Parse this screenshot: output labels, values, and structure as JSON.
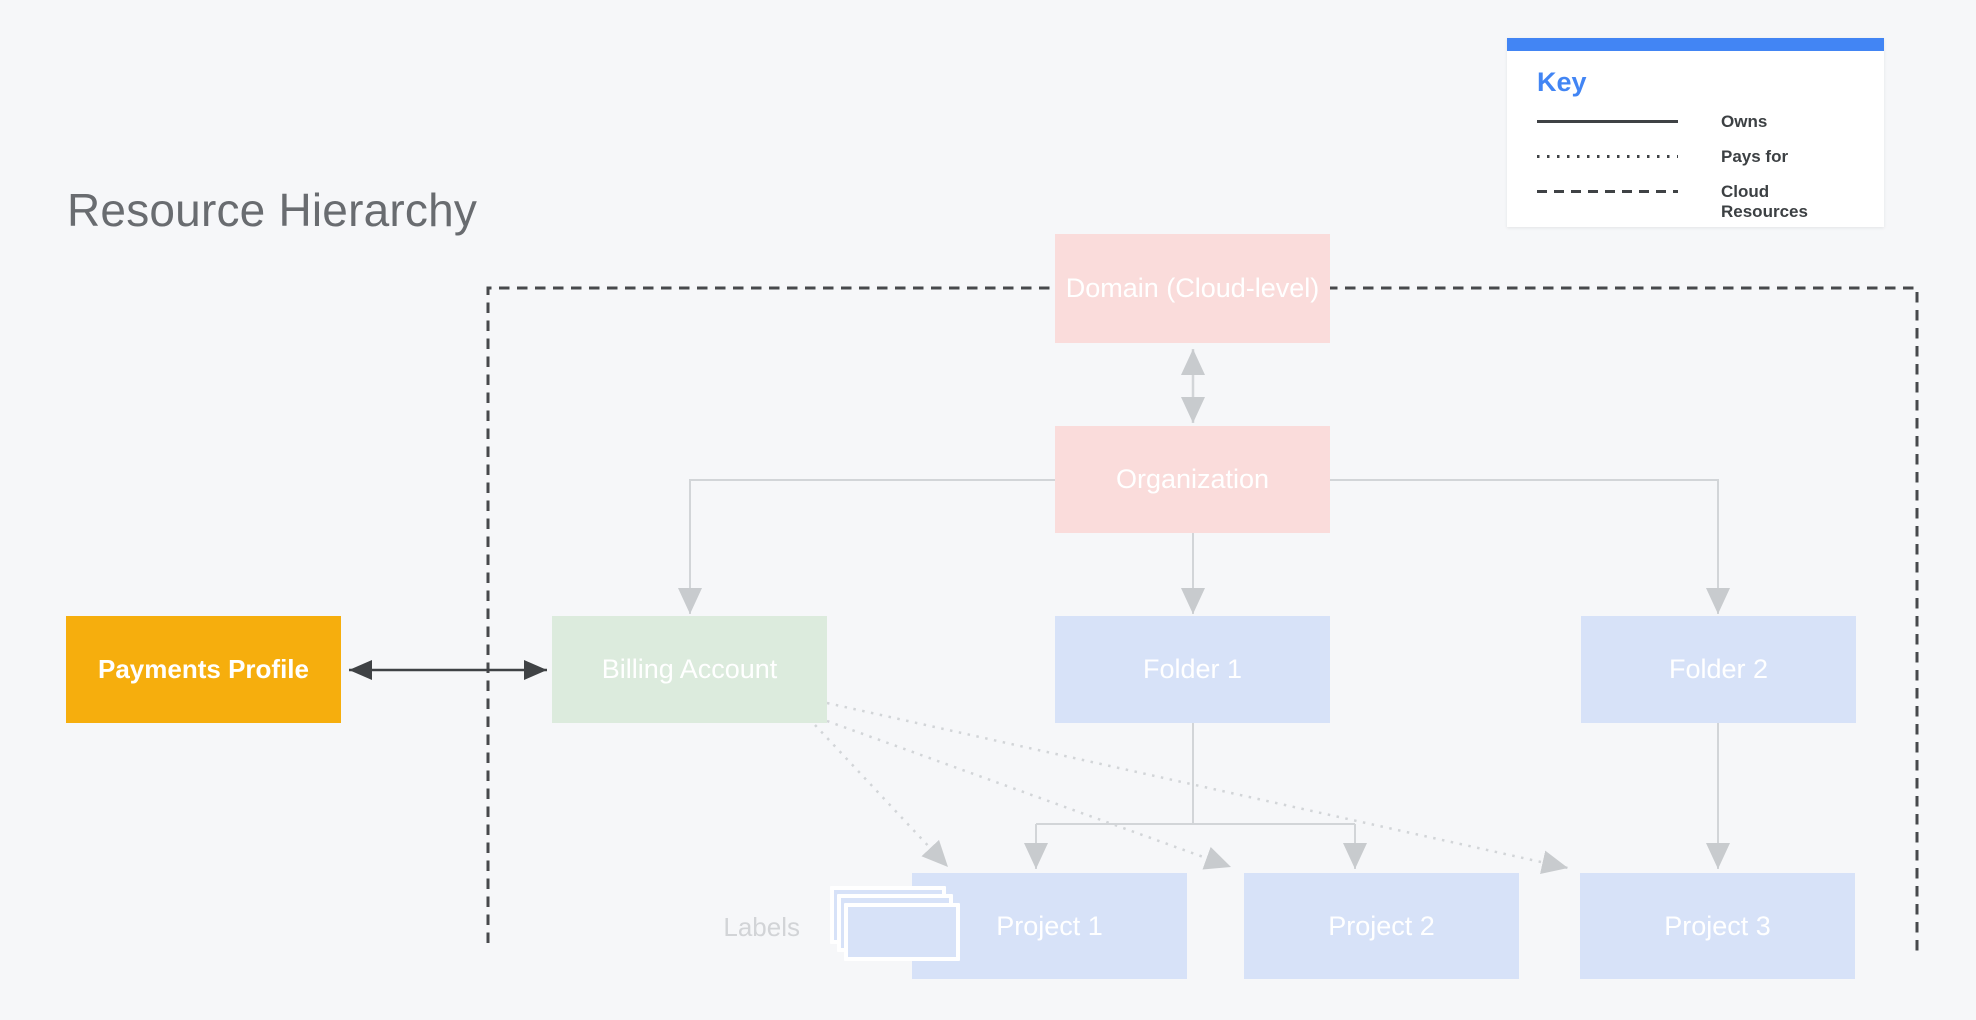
{
  "title": "Resource Hierarchy",
  "legend": {
    "heading": "Key",
    "items": [
      {
        "style": "solid",
        "label": "Owns"
      },
      {
        "style": "dotted",
        "label": "Pays for"
      },
      {
        "style": "dashed",
        "label": "Cloud Resources"
      }
    ]
  },
  "nodes": {
    "domain": {
      "label": "Domain (Cloud-level)"
    },
    "organization": {
      "label": "Organization"
    },
    "payments_profile": {
      "label": "Payments Profile"
    },
    "billing_account": {
      "label": "Billing Account"
    },
    "folder_1": {
      "label": "Folder 1"
    },
    "folder_2": {
      "label": "Folder 2"
    },
    "project_1": {
      "label": "Project 1"
    },
    "project_2": {
      "label": "Project 2"
    },
    "project_3": {
      "label": "Project 3"
    }
  },
  "annotations": {
    "labels_caption": "Labels"
  },
  "edges": [
    {
      "from": "payments_profile",
      "to": "billing_account",
      "type": "owns",
      "bidirectional": true
    },
    {
      "from": "domain",
      "to": "organization",
      "type": "owns",
      "bidirectional": true
    },
    {
      "from": "organization",
      "to": "billing_account",
      "type": "owns"
    },
    {
      "from": "organization",
      "to": "folder_1",
      "type": "owns"
    },
    {
      "from": "organization",
      "to": "folder_2",
      "type": "owns"
    },
    {
      "from": "folder_1",
      "to": "project_1",
      "type": "owns"
    },
    {
      "from": "folder_1",
      "to": "project_2",
      "type": "owns"
    },
    {
      "from": "folder_2",
      "to": "project_3",
      "type": "owns"
    },
    {
      "from": "billing_account",
      "to": "project_1",
      "type": "pays_for"
    },
    {
      "from": "billing_account",
      "to": "project_2",
      "type": "pays_for"
    },
    {
      "from": "billing_account",
      "to": "project_3",
      "type": "pays_for"
    }
  ],
  "colors": {
    "background": "#F6F7F9",
    "accent_blue": "#4285F4",
    "node_pink": "#FADCDB",
    "node_green": "#DCEBDD",
    "node_blue": "#D7E2F8",
    "node_yellow": "#F6AE0D",
    "ink_dark": "#3F4245",
    "line_light": "#D2D5D8",
    "arrow_light": "#C8CBCE",
    "boundary_dark": "#47494C",
    "title_gray": "#696C70",
    "labels_gray": "#D2D4D7",
    "node_text": "#FFFFFF"
  }
}
